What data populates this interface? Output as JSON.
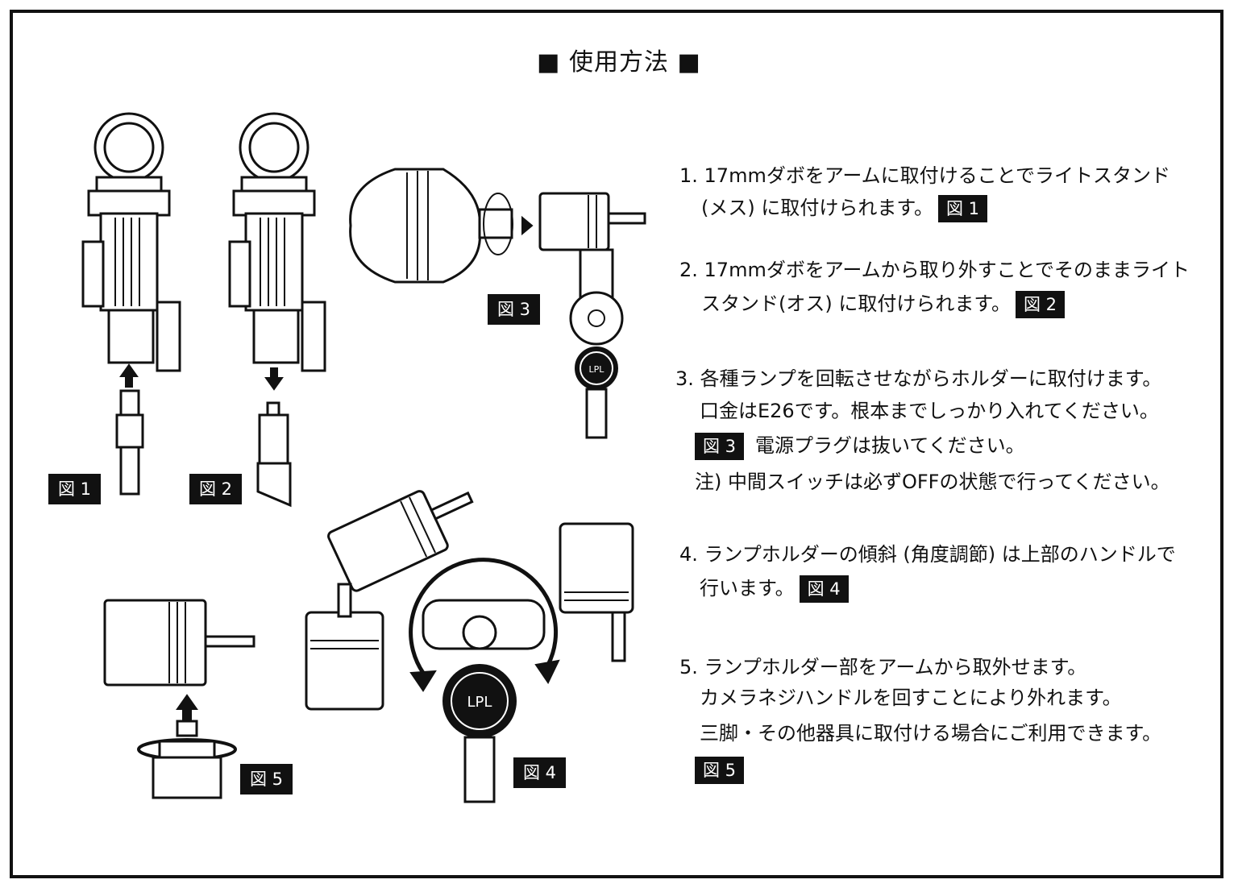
{
  "title": "■ 使用方法 ■",
  "figures": {
    "fig1": "図 1",
    "fig2": "図 2",
    "fig3": "図 3",
    "fig4": "図 4",
    "fig5": "図 5"
  },
  "logo": "LPL",
  "steps": [
    {
      "line1": "1. 17mmダボをアームに取付けることでライトスタンド",
      "line2": "(メス) に取付けられます。",
      "tag": "図 1"
    },
    {
      "line1": "2. 17mmダボをアームから取り外すことでそのままライト",
      "line2": "スタンド(オス) に取付けられます。",
      "tag": "図 2"
    },
    {
      "line1": "3. 各種ランプを回転させながらホルダーに取付けます。",
      "line2": "口金はE26です。根本までしっかり入れてください。",
      "tag": "図 3",
      "line3": "電源プラグは抜いてください。",
      "note": "注) 中間スイッチは必ずOFFの状態で行ってください。"
    },
    {
      "line1": "4. ランプホルダーの傾斜 (角度調節) は上部のハンドルで",
      "line2": "行います。",
      "tag": "図 4"
    },
    {
      "line1": "5. ランプホルダー部をアームから取外せます。",
      "line2": "カメラネジハンドルを回すことにより外れます。",
      "line3": "三脚・その他器具に取付ける場合にご利用できます。",
      "tag": "図 5"
    }
  ]
}
